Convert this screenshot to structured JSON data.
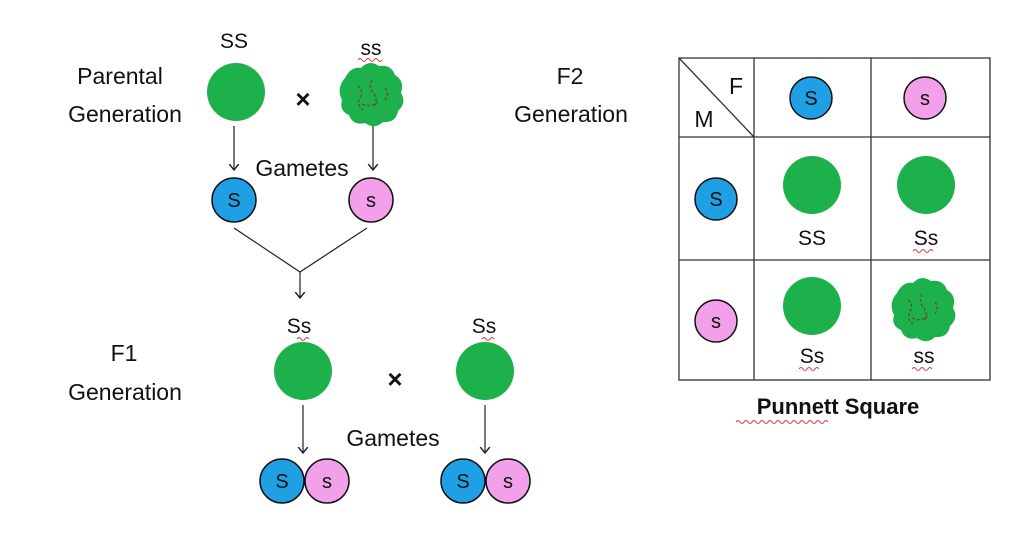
{
  "labels": {
    "parental_line1": "Parental",
    "parental_line2": "Generation",
    "f1_line1": "F1",
    "f1_line2": "Generation",
    "f2_line1": "F2",
    "f2_line2": "Generation",
    "gametes": "Gametes",
    "cross": "×",
    "punnett_title": "Punnett Square",
    "header_female": "F",
    "header_male": "M"
  },
  "genotypes": {
    "dominant": "SS",
    "recessive": "ss",
    "hetero": "Ss"
  },
  "alleles": {
    "dominant": "S",
    "recessive": "s"
  },
  "colors": {
    "pea_green": "#1db14b",
    "wrinkled_line": "#6b4a2a",
    "allele_dominant_fill": "#1fa0e4",
    "allele_recessive_fill": "#f2a0ea",
    "line": "#222222",
    "squiggle": "#d23a3a"
  },
  "punnett": {
    "columns": [
      "S",
      "s"
    ],
    "rows": [
      "S",
      "s"
    ],
    "cells": [
      [
        {
          "genotype": "SS",
          "phenotype": "round"
        },
        {
          "genotype": "Ss",
          "phenotype": "round"
        }
      ],
      [
        {
          "genotype": "Ss",
          "phenotype": "round"
        },
        {
          "genotype": "ss",
          "phenotype": "wrinkled"
        }
      ]
    ]
  }
}
